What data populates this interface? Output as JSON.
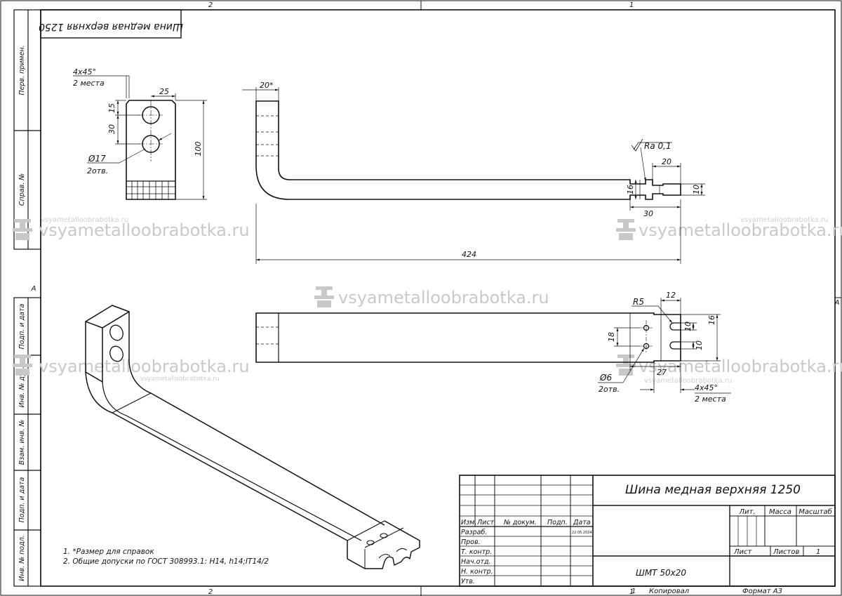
{
  "sheet": {
    "zone_top_left": "2",
    "zone_top_right": "1",
    "zone_bottom_left": "2",
    "zone_bottom_right": "1",
    "zone_side_left": "A",
    "zone_side_right": "A"
  },
  "rotated_title": "Шина медная верхняя 1250",
  "side_stamps": [
    "Перв. примен.",
    "Справ. №",
    "Подп. и дата",
    "Инв. № дубл.",
    "Взам. инв. №",
    "Подп. и дата",
    "Инв. № подл."
  ],
  "watermark": {
    "text": "vsyametalloobrabotka.ru",
    "small": "vsyametalloobrabotka.ru",
    "tiny": "vsyametalloobrabotka.ru"
  },
  "dimensions": {
    "chamfer_top": "4x45°",
    "chamfer_top_places": "2 места",
    "w25": "25",
    "d15": "15",
    "d30": "30",
    "d100": "100",
    "hole17": "Ø17",
    "hole17_count": "2отв.",
    "d20star": "20*",
    "roughness": "Ra 0,1",
    "d20": "20",
    "d16": "16",
    "d10": "10",
    "d30b": "30",
    "d424": "424",
    "r5": "R5",
    "d12": "12",
    "d16b": "16",
    "d10a": "10",
    "d10b": "10",
    "d18": "18",
    "hole6": "Ø6",
    "hole6_count": "2отв.",
    "d27": "27",
    "chamfer_bottom": "4x45°",
    "chamfer_bottom_places": "2 места"
  },
  "notes": [
    "1. *Размер для справок",
    "2.  Общие допуски по ГОСТ 308993.1: H14, h14;IT14/2"
  ],
  "title_block": {
    "title": "Шина медная верхняя 1250",
    "material": "ШМТ 50х20",
    "header": [
      "Изм.",
      "Лист",
      "№ докум.",
      "Подп.",
      "Дата"
    ],
    "rows": [
      "Разраб.",
      "Пров.",
      "Т. контр.",
      "Нач.отд.",
      "Н. контр.",
      "Утв."
    ],
    "date": "22.05.2024",
    "lit": "Лит.",
    "mass": "Масса",
    "scale": "Масштаб",
    "sheet": "Лист",
    "sheets": "Листов",
    "sheets_count": "1",
    "copied": "Копировал",
    "copied_num": "1",
    "format": "Формат А3"
  }
}
